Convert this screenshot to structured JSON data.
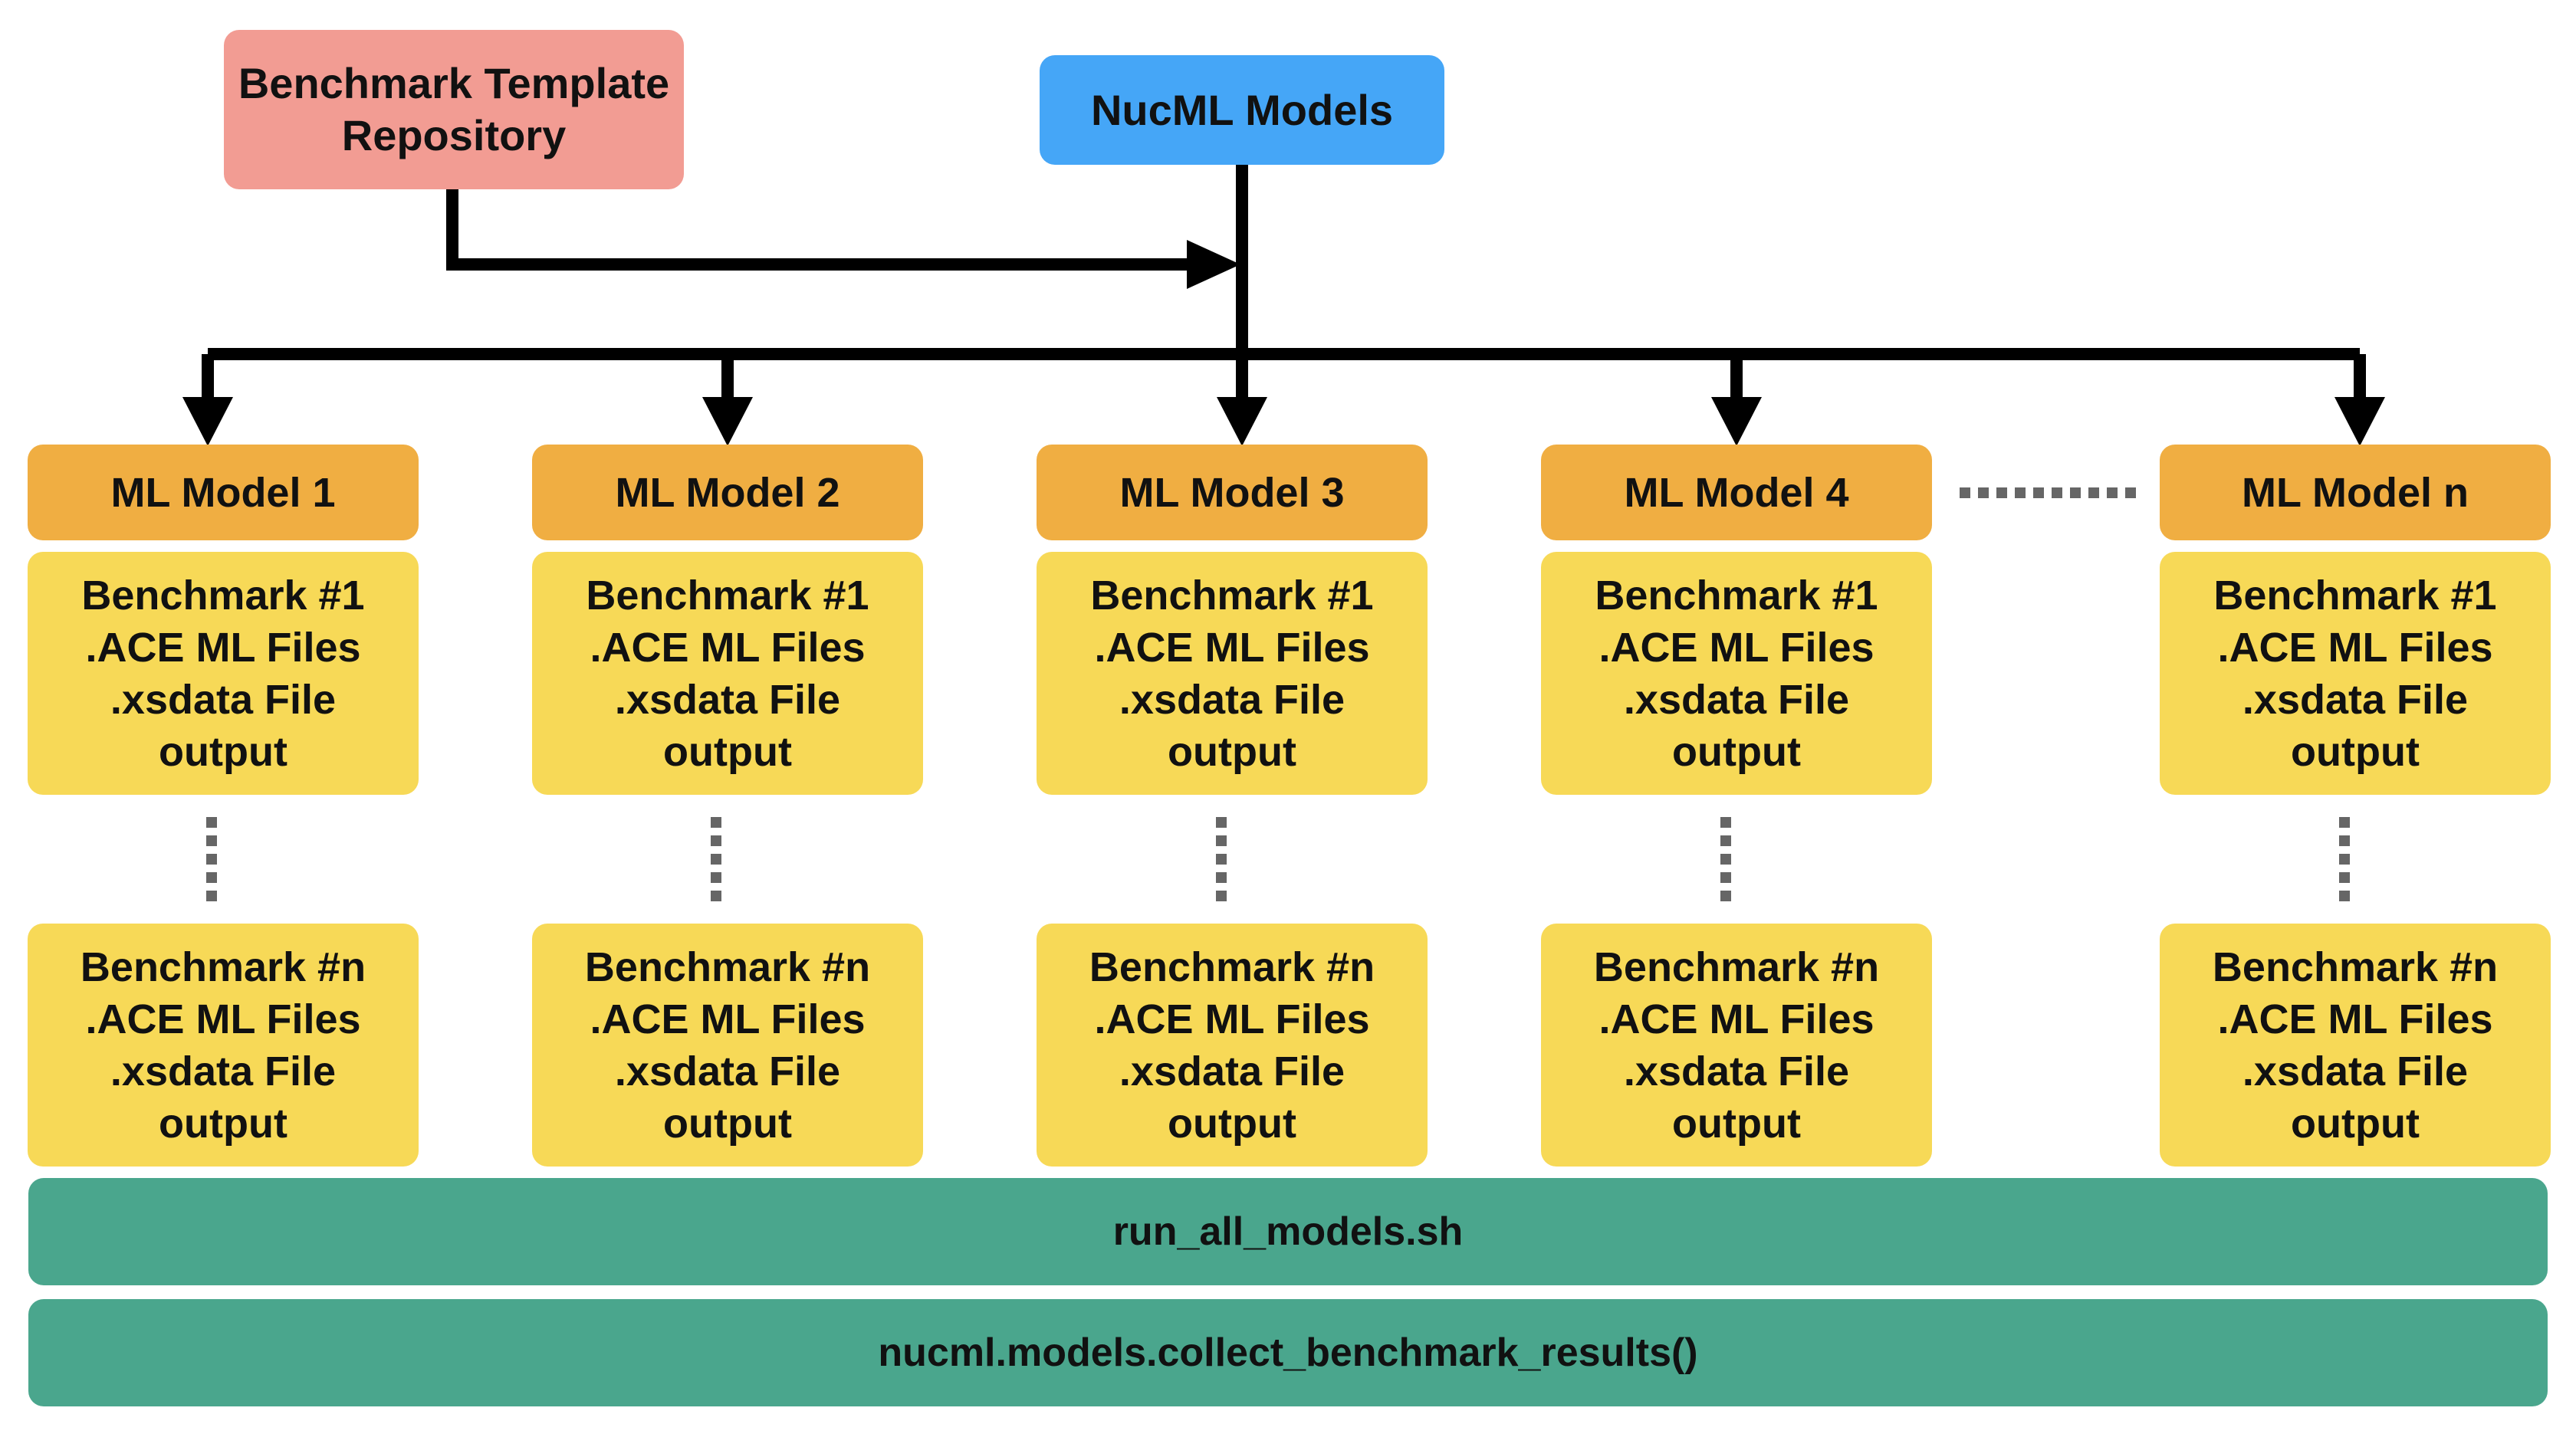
{
  "source": {
    "lines": [
      "Benchmark Template",
      "Repository"
    ],
    "color": "#f29c93"
  },
  "nucml": {
    "label": "NucML Models",
    "color": "#45a6f7"
  },
  "models": [
    {
      "header": "ML Model 1",
      "first": [
        "Benchmark #1",
        ".ACE ML Files",
        ".xsdata File",
        "output"
      ],
      "last": [
        "Benchmark #n",
        ".ACE ML Files",
        ".xsdata File",
        "output"
      ]
    },
    {
      "header": "ML Model 2",
      "first": [
        "Benchmark #1",
        ".ACE ML Files",
        ".xsdata File",
        "output"
      ],
      "last": [
        "Benchmark #n",
        ".ACE ML Files",
        ".xsdata File",
        "output"
      ]
    },
    {
      "header": "ML Model 3",
      "first": [
        "Benchmark #1",
        ".ACE ML Files",
        ".xsdata File",
        "output"
      ],
      "last": [
        "Benchmark #n",
        ".ACE ML Files",
        ".xsdata File",
        "output"
      ]
    },
    {
      "header": "ML Model 4",
      "first": [
        "Benchmark #1",
        ".ACE ML Files",
        ".xsdata File",
        "output"
      ],
      "last": [
        "Benchmark #n",
        ".ACE ML Files",
        ".xsdata File",
        "output"
      ]
    },
    {
      "header": "ML Model n",
      "first": [
        "Benchmark #1",
        ".ACE ML Files",
        ".xsdata File",
        "output"
      ],
      "last": [
        "Benchmark #n",
        ".ACE ML Files",
        ".xsdata File",
        "output"
      ]
    }
  ],
  "bars": {
    "run_script": "run_all_models.sh",
    "collect_call": "nucml.models.collect_benchmark_results()",
    "color": "#4aa68d"
  },
  "colors": {
    "model_header": "#f0ae42",
    "benchmark_box": "#f7d957",
    "connector": "#000000",
    "ellipsis": "#666666"
  }
}
